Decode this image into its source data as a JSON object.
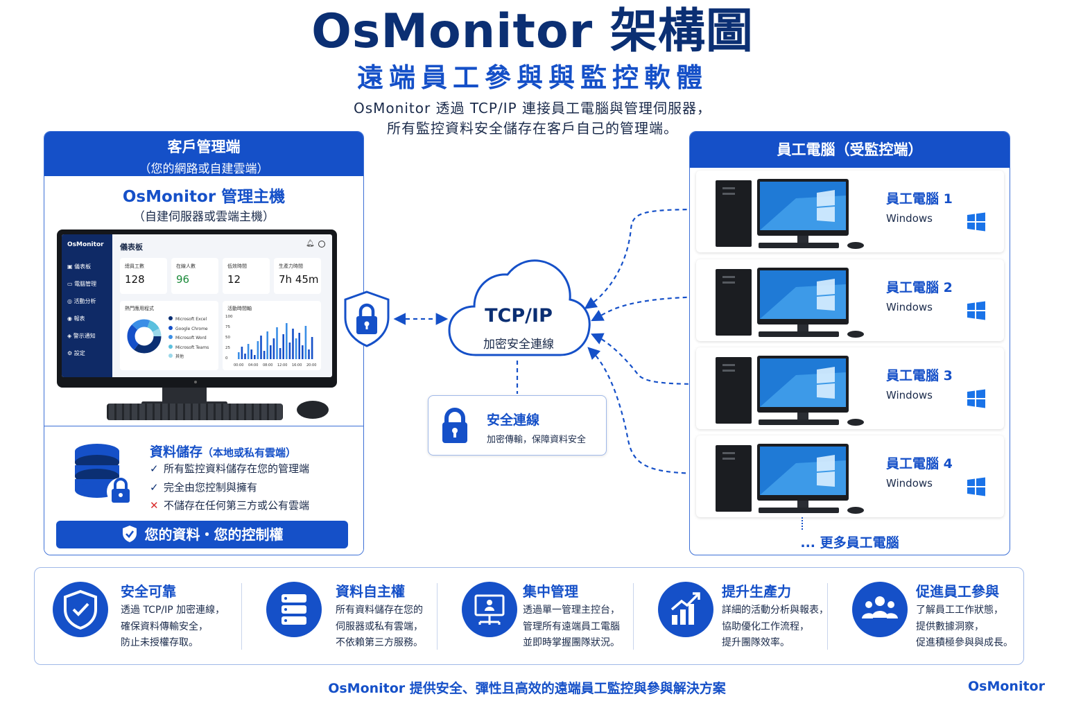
{
  "header": {
    "title": "OsMonitor 架構圖",
    "subtitle": "遠端員工參與與監控軟體",
    "desc_line1": "OsMonitor 透過 TCP/IP 連接員工電腦與管理伺服器，",
    "desc_line2": "所有監控資料安全儲存在客戶自己的管理端。"
  },
  "client": {
    "title": "客戶管理端",
    "subtitle": "（您的網路或自建雲端）",
    "host_title": "OsMonitor 管理主機",
    "host_subtitle": "（自建伺服器或雲端主機）",
    "dashboard": {
      "brand": "OsMonitor",
      "page_title": "儀表板",
      "nav": [
        "儀表板",
        "電腦管理",
        "活動分析",
        "報表",
        "警示通知",
        "設定"
      ],
      "stats": [
        {
          "label": "總員工數",
          "value": "128"
        },
        {
          "label": "在線人數",
          "value": "96"
        },
        {
          "label": "低效時間",
          "value": "12"
        },
        {
          "label": "生產力時間",
          "value": "7h 45m"
        }
      ],
      "apps_title": "熱門應用程式",
      "apps": [
        "Microsoft Excel",
        "Google Chrome",
        "Microsoft Word",
        "Microsoft Teams",
        "其他"
      ],
      "app_colors": [
        "#0b2f73",
        "#1550c8",
        "#3a8ee6",
        "#5bc0de",
        "#9bd8ea"
      ],
      "timeline_title": "活動時間軸",
      "y_ticks": [
        "100",
        "75",
        "50",
        "25",
        "0"
      ],
      "x_ticks": [
        "00:00",
        "04:00",
        "08:00",
        "12:00",
        "16:00",
        "20:00"
      ]
    },
    "storage": {
      "title": "資料儲存",
      "title_note": "（本地或私有雲端）",
      "items": [
        {
          "mark": "✓",
          "text": "所有監控資料儲存在您的管理端"
        },
        {
          "mark": "✓",
          "text": "完全由您控制與擁有"
        },
        {
          "mark": "✕",
          "text": "不儲存在任何第三方或公有雲端"
        }
      ],
      "control_bar": "您的資料・您的控制權"
    }
  },
  "center": {
    "cloud_title": "TCP/IP",
    "cloud_subtitle": "加密安全連線",
    "secure_title": "安全連線",
    "secure_sub": "加密傳輸，保障資料安全"
  },
  "employees": {
    "title": "員工電腦（受監控端）",
    "items": [
      {
        "name": "員工電腦 1",
        "os": "Windows"
      },
      {
        "name": "員工電腦 2",
        "os": "Windows"
      },
      {
        "name": "員工電腦 3",
        "os": "Windows"
      },
      {
        "name": "員工電腦 4",
        "os": "Windows"
      }
    ],
    "more": "... 更多員工電腦"
  },
  "features": [
    {
      "icon": "shield-check-icon",
      "title": "安全可靠",
      "lines": [
        "透過 TCP/IP 加密連線，",
        "確保資料傳輸安全，",
        "防止未授權存取。"
      ]
    },
    {
      "icon": "server-icon",
      "title": "資料自主權",
      "lines": [
        "所有資料儲存在您的",
        "伺服器或私有雲端，",
        "不依賴第三方服務。"
      ]
    },
    {
      "icon": "central-monitor-icon",
      "title": "集中管理",
      "lines": [
        "透過單一管理主控台，",
        "管理所有遠端員工電腦",
        "並即時掌握團隊狀況。"
      ]
    },
    {
      "icon": "growth-chart-icon",
      "title": "提升生產力",
      "lines": [
        "詳細的活動分析與報表，",
        "協助優化工作流程，",
        "提升團隊效率。"
      ]
    },
    {
      "icon": "team-icon",
      "title": "促進員工參與",
      "lines": [
        "了解員工工作狀態，",
        "提供數據洞察，",
        "促進積極參與與成長。"
      ]
    }
  ],
  "footer": {
    "tagline": "OsMonitor 提供安全、彈性且高效的遠端員工監控與參與解決方案",
    "brand": "OsMonitor"
  },
  "colors": {
    "primary": "#1550c8",
    "navy": "#0b2f73",
    "bg": "#ffffff"
  }
}
